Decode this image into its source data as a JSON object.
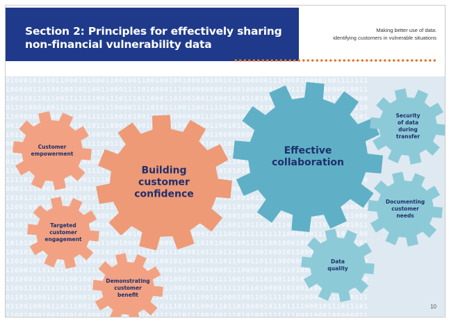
{
  "header": {
    "title_lines": [
      "Section 2: Principles for effectively sharing",
      "non-financial vulnerability data"
    ],
    "subtitle_lines": [
      "Making better use of data:",
      "identifying customers in vulnerable situations"
    ]
  },
  "colors": {
    "header_bar": "#1f3a8a",
    "dots": "#e3762a",
    "orange_gear": "#f2a283",
    "orange_gear_big": "#ee9a76",
    "blue_gear": "#8dcad8",
    "blue_gear_big": "#5fb0c6",
    "label_dark": "#1f2f6b",
    "background": "#dfe9f1"
  },
  "gears": {
    "customer_empowerment": [
      "Customer",
      "empowerment"
    ],
    "building_customer_confidence": [
      "Building",
      "customer",
      "confidence"
    ],
    "targeted_customer_engagement": [
      "Targeted",
      "customer",
      "engagement"
    ],
    "demonstrating_customer_benefit": [
      "Demonstrating",
      "customer",
      "benefit"
    ],
    "effective_collaboration": [
      "Effective",
      "collaboration"
    ],
    "security_of_data": [
      "Security",
      "of data during",
      "transfer"
    ],
    "documenting_customer_needs": [
      "Documenting",
      "customer",
      "needs"
    ],
    "data_quality": [
      "Data",
      "quality"
    ]
  },
  "page_number": "10",
  "icons": [
    "gear-icon"
  ]
}
